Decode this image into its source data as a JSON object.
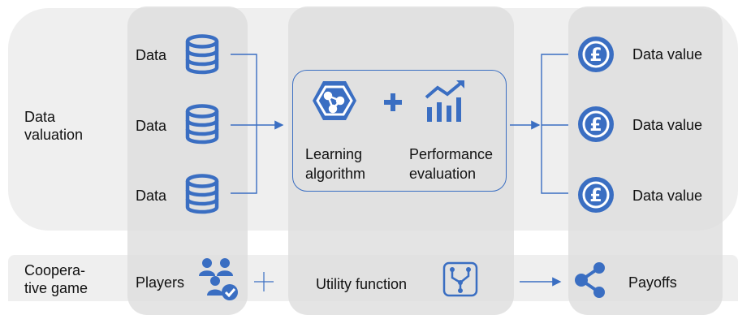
{
  "rows": {
    "data_valuation": {
      "label_line1": "Data",
      "label_line2": "valuation"
    },
    "cooperative_game": {
      "label_line1": "Coopera-",
      "label_line2": "tive game"
    }
  },
  "inputs": {
    "items": [
      {
        "label": "Data",
        "icon": "database-icon"
      },
      {
        "label": "Data",
        "icon": "database-icon"
      },
      {
        "label": "Data",
        "icon": "database-icon"
      }
    ]
  },
  "center": {
    "learning_algorithm": {
      "line1": "Learning",
      "line2": "algorithm",
      "icon": "hexagon-network-icon"
    },
    "plus_icon": "plus-icon",
    "performance_evaluation": {
      "line1": "Performance",
      "line2": "evaluation",
      "icon": "bar-chart-trend-icon"
    }
  },
  "outputs": {
    "items": [
      {
        "label": "Data value",
        "icon": "pound-coin-icon"
      },
      {
        "label": "Data value",
        "icon": "pound-coin-icon"
      },
      {
        "label": "Data value",
        "icon": "pound-coin-icon"
      }
    ]
  },
  "game": {
    "players": {
      "label": "Players",
      "icon": "players-group-icon"
    },
    "utility_function": {
      "label": "Utility function",
      "icon": "utility-graph-icon"
    },
    "payoffs": {
      "label": "Payoffs",
      "icon": "share-icon"
    }
  },
  "colors": {
    "accent": "#3a6ec2",
    "band": "#efefef",
    "column": "#dcdcdc"
  }
}
